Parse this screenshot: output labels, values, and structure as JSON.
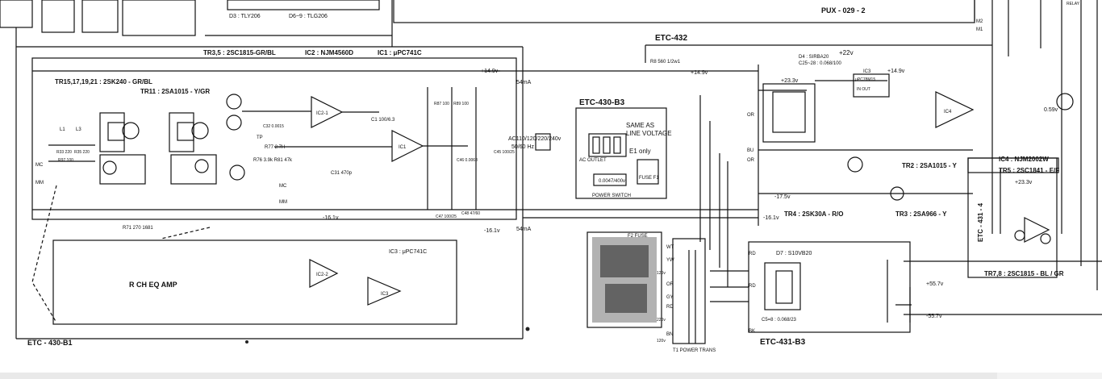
{
  "board_labels": {
    "eq_board": "ETC - 430-B1",
    "power_board": "ETC-430-B3",
    "regulator_board": "ETC-432",
    "supply_board": "ETC-431-B3",
    "pux_board": "PUX - 029 - 2",
    "small_board": "ETC - 431 - 4"
  },
  "headers": {
    "tr35": "TR3,5 : 2SC1815-GR/BL",
    "ic2": "IC2 : NJM4560D",
    "ic1": "IC1 : μPC741C",
    "tr15": "TR15,17,19,21 : 2SK240 - GR/BL",
    "tr11": "TR11 : 2SA1015 - Y/GR",
    "ic3_top": "IC3 : μPC741C",
    "d3": "D3 : TLY206",
    "d6": "D6~9 : TLG206",
    "d4": "D4 : SIRBA20",
    "c25": "C25~28 : 0.068/100",
    "ic4": "IC4 : NJM2002W",
    "tr5": "TR5 : 2SC1841 - E/F",
    "tr2": "TR2 : 2SA1015 - Y",
    "tr4": "TR4 : 2SK30A - R/O",
    "tr3": "TR3 : 2SA966 - Y",
    "tr78": "TR7,8 : 2SC1815 - BL / GR",
    "d7": "D7 : S10VB20"
  },
  "voltages": {
    "v149_top": "+14.9v",
    "v149_mid": "+14.9v",
    "v149_right": "+14.9v",
    "v22": "+22v",
    "v233": "+23.3v",
    "v233b": "+23.3v",
    "v161": "-16.1v",
    "v161b": "-16.1v",
    "v161c": "-16.1v",
    "v175": "-17.5v",
    "v557p": "+55.7v",
    "v557n": "-55.7v",
    "ma54a": "54mA",
    "ma54b": "54mA",
    "v059": "0.59v"
  },
  "power_block": {
    "ac_line": "AC110/120/220/240v",
    "hz": "50/60 Hz",
    "same_as": "SAME AS",
    "line_voltage": "LINE VOLTAGE",
    "e1_only": "E1 only",
    "ac_outlet": "AC OUTLET",
    "cap": "0.0047/400v",
    "switch": "POWER SWITCH",
    "fuse": "FUSE F1",
    "f2": "F2 FUSE",
    "trans": "T1  POWER TRANS"
  },
  "eq_amp": {
    "rch": "R CH  EQ AMP",
    "ic3": "IC3 : μPC741C",
    "ic2": "IC2-2",
    "ic3_sym": "IC3"
  },
  "wires": {
    "wt": "WT",
    "yw": "YW",
    "or": "OR",
    "gy": "GY",
    "rd": "RD",
    "bn": "BN",
    "rd2": "RD",
    "rd3": "RD",
    "bk": "BK",
    "or2": "OR",
    "bu": "BU",
    "or3": "OR",
    "m2": "M2",
    "m1": "M1",
    "relay": "RELAY",
    "mc": "MC",
    "mm": "MM",
    "mc2": "MC",
    "mm2": "MM",
    "v0_120": "120v",
    "v0_220": "220v",
    "v0_120b": "120v"
  },
  "ic_labels": {
    "ic1": "IC1",
    "ic2_1": "IC2-1",
    "ic3_top": "IC3",
    "ic4": "IC4",
    "uPC": "μPC78M15",
    "in_out": "IN  OUT"
  },
  "parts": {
    "r8": "R8  560 1/2w1",
    "tp": "TP",
    "r77": "R77 2.7H",
    "r76": "R76 3.9k R81 47k",
    "c47": "C47 100/25",
    "c48": "C48 47/60",
    "c1": "C1 100/6.3",
    "c31": "C31 470p",
    "r71": "R71 270 1681",
    "r33": "R33 220",
    "r35": "R35 220",
    "c32": "C32 0.0015",
    "l1": "L1",
    "l3": "L3",
    "r97": "R97 100",
    "c45": "C45 100/25",
    "c46": "C46 0.0068",
    "r87": "R87 100",
    "r89": "R89 100",
    "c5": "C5=8 : 0.068/23"
  }
}
